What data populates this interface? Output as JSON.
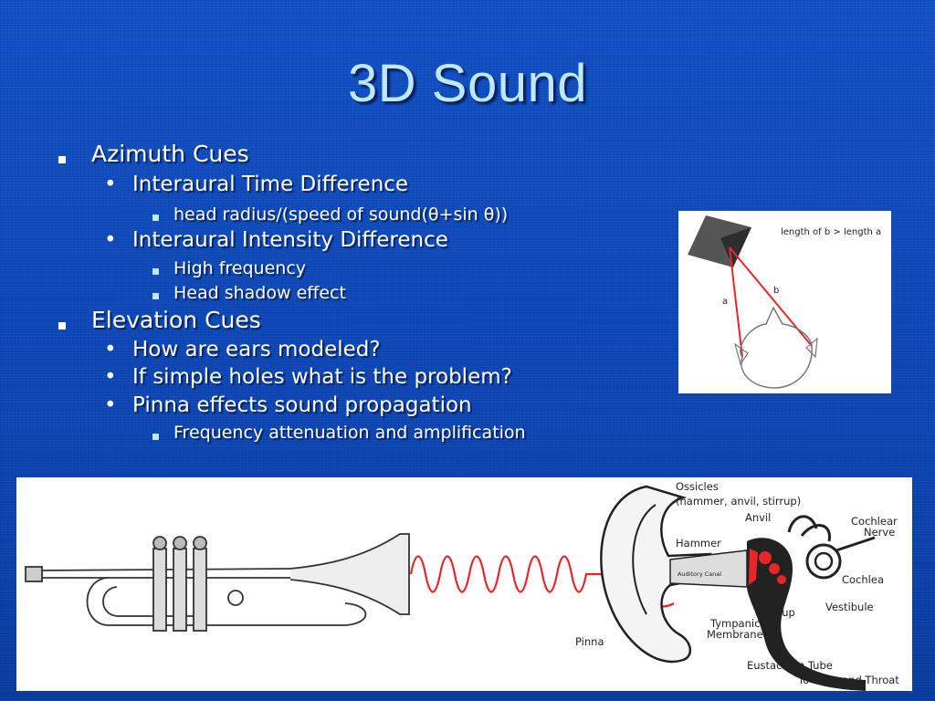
{
  "slide": {
    "title": "3D Sound",
    "bullets": [
      {
        "level": 1,
        "text": "Azimuth Cues"
      },
      {
        "level": 2,
        "text": "Interaural Time Difference"
      },
      {
        "level": 3,
        "text": "head radius/(speed of sound(θ+sin θ))"
      },
      {
        "level": 2,
        "text": "Interaural Intensity Difference"
      },
      {
        "level": 3,
        "text": "High frequency"
      },
      {
        "level": 3,
        "text": "Head shadow effect"
      },
      {
        "level": 1,
        "text": "Elevation Cues"
      },
      {
        "level": 2,
        "text": "How are ears modeled?"
      },
      {
        "level": 2,
        "text": "If simple holes what is the problem?"
      },
      {
        "level": 2,
        "text": "Pinna effects sound propagation"
      },
      {
        "level": 3,
        "text": "Frequency attenuation and amplification"
      }
    ]
  },
  "head_diagram": {
    "caption": "length of b > length a",
    "label_a": "a",
    "label_b": "b"
  },
  "ear_diagram": {
    "labels": {
      "ossicles": "Ossicles",
      "ossicles_detail": "(hammer, anvil, stirrup)",
      "anvil": "Anvil",
      "hammer": "Hammer",
      "cochlear_nerve_1": "Cochlear",
      "cochlear_nerve_2": "Nerve",
      "cochlea": "Cochlea",
      "vestibule": "Vestibule",
      "stirrup": "Stirrup",
      "auditory_canal": "Auditory Canal",
      "tympanic_1": "Tympanic",
      "tympanic_2": "Membrane",
      "pinna": "Pinna",
      "eustachian_1": "Eustachian Tube",
      "eustachian_2": "To Nose and Throat"
    }
  },
  "colors": {
    "background": "#0e47b8",
    "title": "#bfe8ff",
    "text": "#ffffff",
    "sound_wave": "#e8262a"
  }
}
